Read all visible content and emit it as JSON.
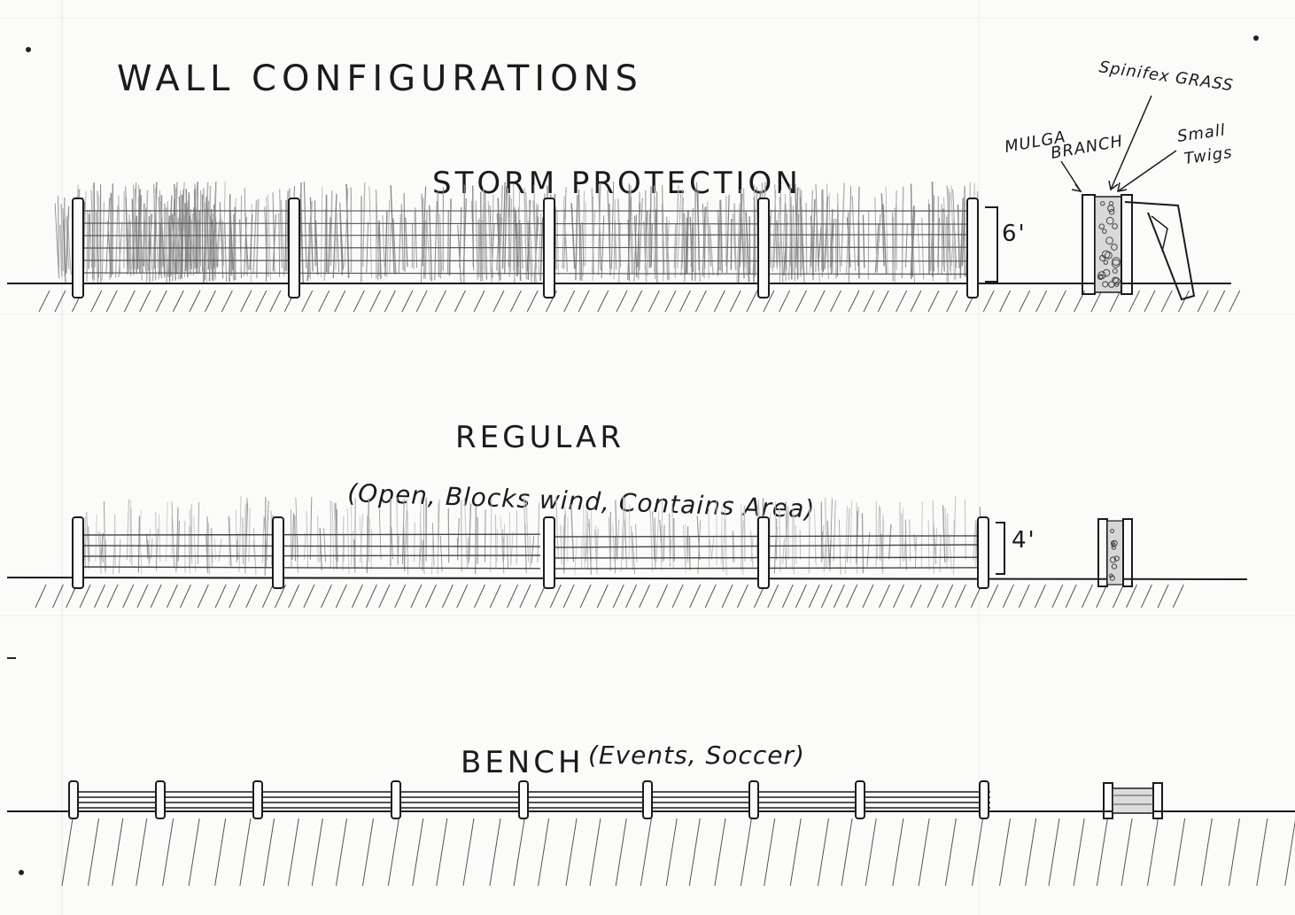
{
  "page_title": "WALL CONFIGURATIONS",
  "sections": {
    "storm": {
      "title": "STORM PROTECTION",
      "height_label": "6'",
      "callouts": {
        "grass": "Spinifex GRASS",
        "branch_line1": "MULGA",
        "branch_line2": "BRANCH",
        "twigs_line1": "Small",
        "twigs_line2": "Twigs"
      }
    },
    "regular": {
      "title": "REGULAR",
      "subtitle": "(Open, Blocks wind, Contains Area)",
      "height_label": "4'"
    },
    "bench": {
      "title": "BENCH",
      "subtitle": "(Events, Soccer)"
    }
  },
  "style": {
    "ink": "#1b1b1b",
    "pencil": "#6e6e6e",
    "paper": "#fbfbfa"
  }
}
